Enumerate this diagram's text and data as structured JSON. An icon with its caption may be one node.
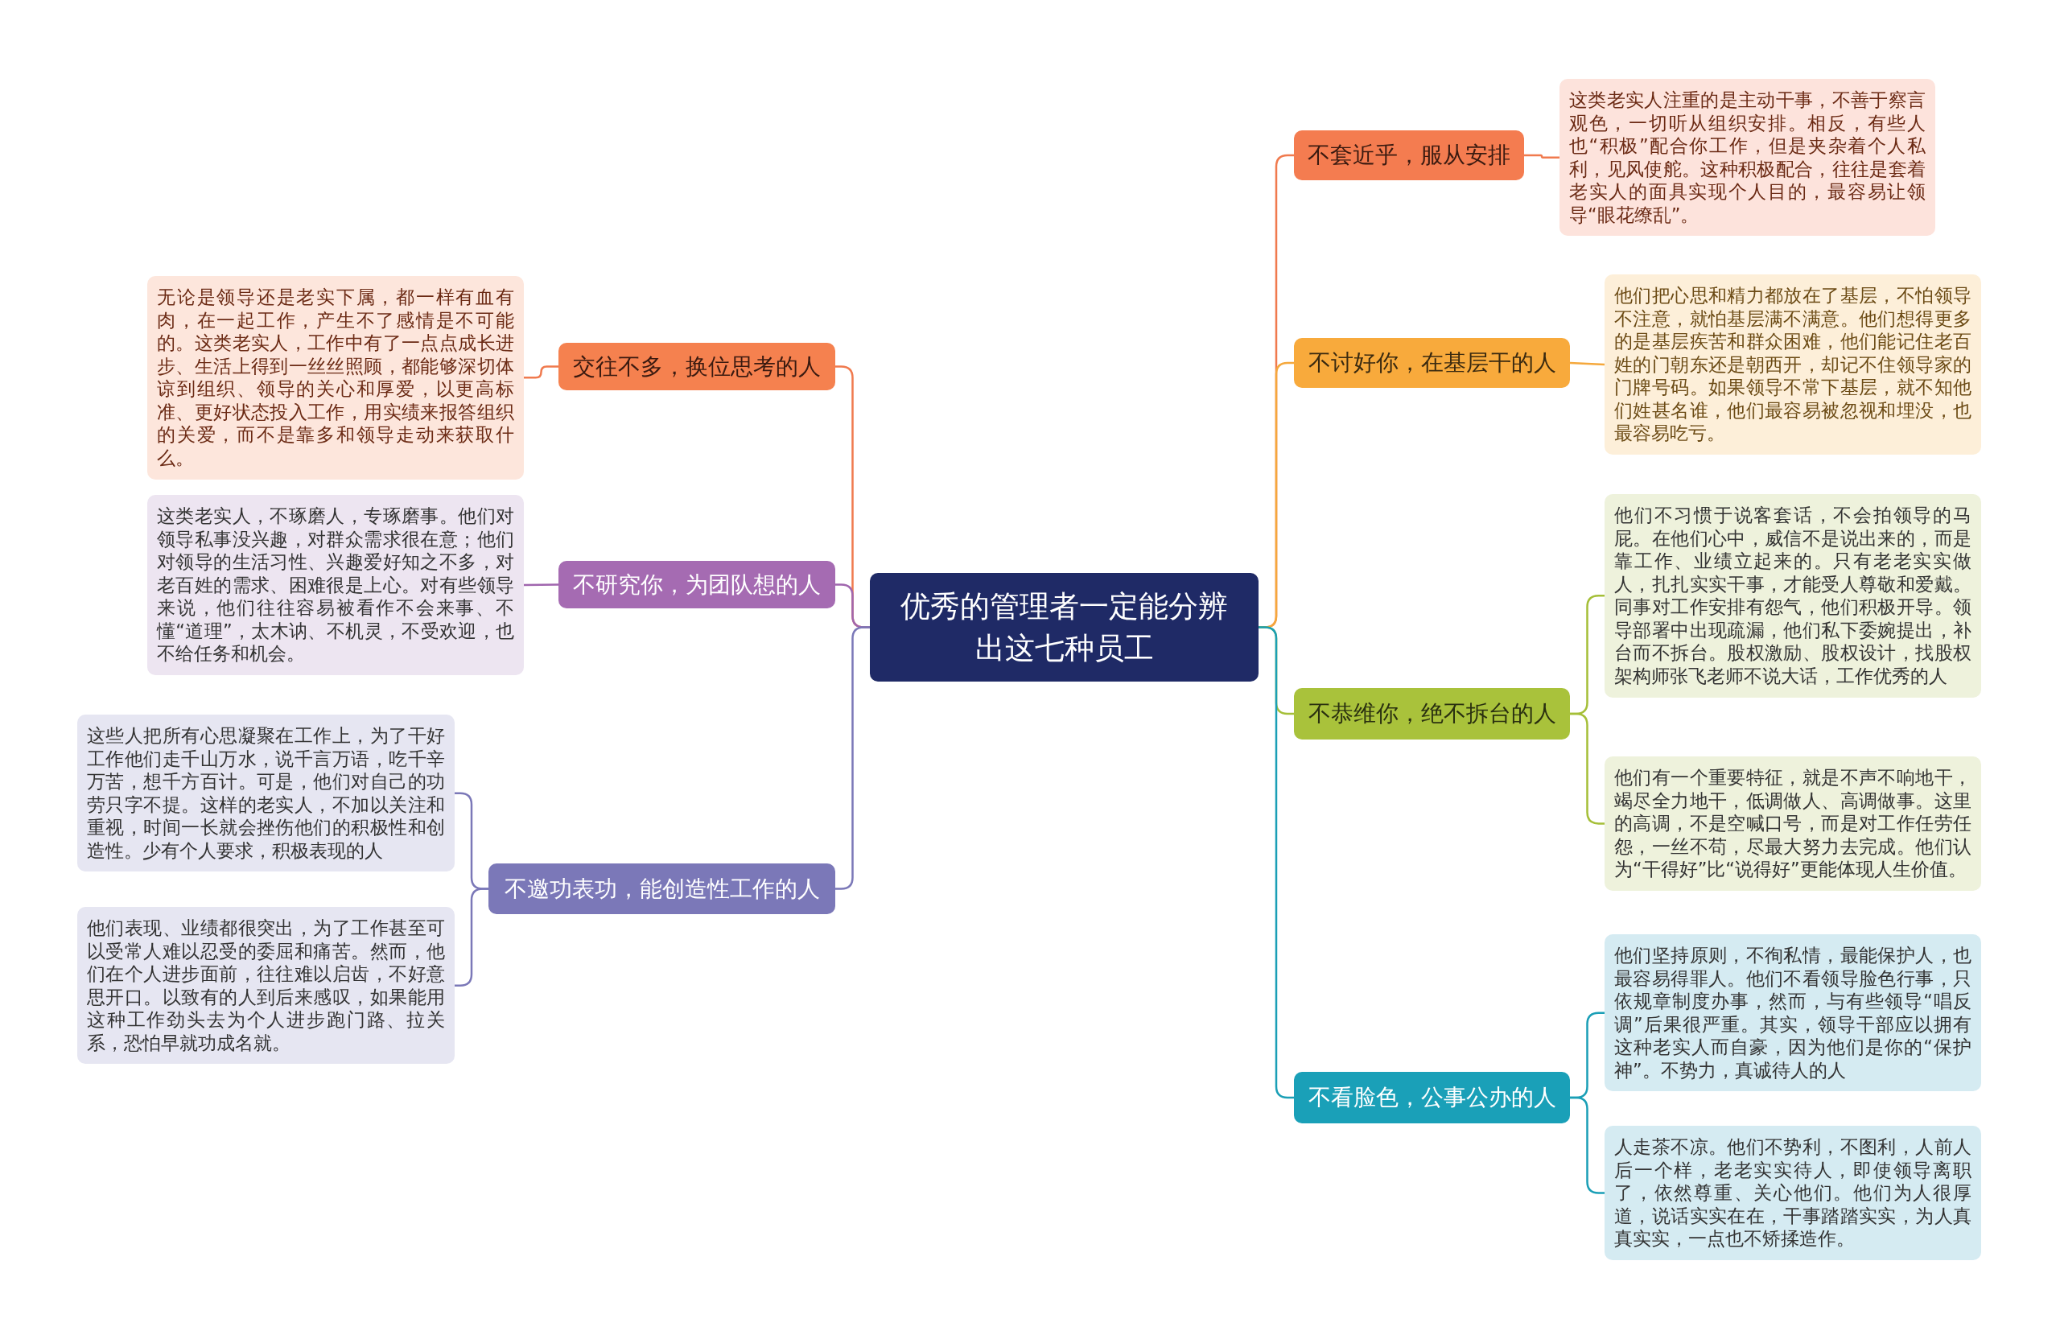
{
  "diagram": {
    "nodes": [
      {
        "text": [
          "优秀的管理者一定能分辨出这七种员工"
        ]
      },
      {
        "text": [
          "交往不多，换位思考的人"
        ]
      },
      {
        "text": [
          "无论是领导还是老实下属，都一样有血有肉，在一起工作，产生不了感情是不可能的。这类老实人，工作中有了一点点成长进步、生活上得到一丝丝照顾，都能够深切体谅到组织、领导的关心和厚爱，以更高标准、更好状态投入工作，用实绩来报答组织的关爱，而不是靠多和领导走动来获取什么。"
        ]
      },
      {
        "text": [
          "不研究你，为团队想的人"
        ]
      },
      {
        "text": [
          "这类老实人，不琢磨人，专琢磨事。他们对领导私事没兴趣，对群众需求很在意；他们对领导的生活习性、兴趣爱好知之不多，对老百姓的需求、困难很是上心。对有些领导来说，他们往往容易被看作不会来事、不懂“道理”，太木讷、不机灵，不受欢迎，也不给任务和机会。"
        ]
      },
      {
        "text": [
          "不邀功表功，能创造性工作的人"
        ]
      },
      {
        "text": [
          "这些人把所有心思凝聚在工作上，为了干好工作他们走千山万水，说千言万语，吃千辛万苦，想千方百计。可是，他们对自己的功劳只字不提。这样的老实人，不加以关注和重视，时间一长就会挫伤他们的积极性和创造性。少有个人要求，积极表现的人"
        ]
      },
      {
        "text": [
          "他们表现、业绩都很突出，为了工作甚至可以受常人难以忍受的委屈和痛苦。然而，他们在个人进步面前，往往难以启齿，不好意思开口。以致有的人到后来感叹，如果能用这种工作劲头去为个人进步跑门路、拉关系，恐怕早就功成名就。"
        ]
      },
      {
        "text": [
          "不套近乎，服从安排"
        ]
      },
      {
        "text": [
          "这类老实人注重的是主动干事，不善于察言观色，一切听从组织安排。相反，有些人也“积极”配合你工作，但是夹杂着个人私利，见风使舵。这种积极配合，往往是套着老实人的面具实现个人目的，最容易让领导“眼花缭乱”。"
        ]
      },
      {
        "text": [
          "不讨好你，在基层干的人"
        ]
      },
      {
        "text": [
          "他们把心思和精力都放在了基层，不怕领导不注意，就怕基层满不满意。他们想得更多的是基层疾苦和群众困难，他们能记住老百姓的门朝东还是朝西开，却记不住领导家的门牌号码。如果领导不常下基层，就不知他们姓甚名谁，他们最容易被忽视和埋没，也最容易吃亏。"
        ]
      },
      {
        "text": [
          "不恭维你，绝不拆台的人"
        ]
      },
      {
        "text": [
          "他们不习惯于说客套话，不会拍领导的马屁。在他们心中，威信不是说出来的，而是靠工作、业绩立起来的。只有老老实实做人，扎扎实实干事，才能受人尊敬和爱戴。同事对工作安排有怨气，他们积极开导。领导部署中出现疏漏，他们私下委婉提出，补台而不拆台。股权激励、股权设计，找股权架构师张飞老师不说大话，工作优秀的人"
        ]
      },
      {
        "text": [
          "他们有一个重要特征，就是不声不响地干，竭尽全力地干，低调做人、高调做事。这里的高调，不是空喊口号，而是对工作任劳任怨，一丝不苟，尽最大努力去完成。他们认为“干得好”比“说得好”更能体现人生价值。"
        ]
      },
      {
        "text": [
          "不看脸色，公事公办的人"
        ]
      },
      {
        "text": [
          "他们坚持原则，不徇私情，最能保护人，也最容易得罪人。他们不看领导脸色行事，只依规章制度办事，然而，与有些领导“唱反调”后果很严重。其实，领导干部应以拥有这种老实人而自豪，因为他们是你的“保护神”。不势力，真诚待人的人"
        ]
      },
      {
        "text": [
          "人走茶不凉。他们不势利，不图利，人前人后一个样，老老实实待人，即使领导离职了，依然尊重、关心他们。他们为人很厚道，说话实实在在，干事踏踏实实，为人真真实实，一点也不矫揉造作。"
        ]
      }
    ],
    "edges": [
      {
        "from": 0,
        "to": 1,
        "arrow": "none",
        "color": "#f07a4e"
      },
      {
        "from": 1,
        "to": 2,
        "arrow": "none",
        "color": "#f07a4e"
      },
      {
        "from": 0,
        "to": 3,
        "arrow": "none",
        "color": "#a066ae"
      },
      {
        "from": 3,
        "to": 4,
        "arrow": "none",
        "color": "#a066ae"
      },
      {
        "from": 0,
        "to": 5,
        "arrow": "none",
        "color": "#7b78b8"
      },
      {
        "from": 5,
        "to": 6,
        "arrow": "none",
        "color": "#7b78b8"
      },
      {
        "from": 5,
        "to": 7,
        "arrow": "none",
        "color": "#7b78b8"
      },
      {
        "from": 0,
        "to": 8,
        "arrow": "none",
        "color": "#f07a4e"
      },
      {
        "from": 8,
        "to": 9,
        "arrow": "none",
        "color": "#f07a4e"
      },
      {
        "from": 0,
        "to": 10,
        "arrow": "none",
        "color": "#f5a83c"
      },
      {
        "from": 10,
        "to": 11,
        "arrow": "none",
        "color": "#f5a83c"
      },
      {
        "from": 0,
        "to": 12,
        "arrow": "none",
        "color": "#a5bf38"
      },
      {
        "from": 12,
        "to": 13,
        "arrow": "none",
        "color": "#a5bf38"
      },
      {
        "from": 12,
        "to": 14,
        "arrow": "none",
        "color": "#a5bf38"
      },
      {
        "from": 0,
        "to": 15,
        "arrow": "none",
        "color": "#1a9fb6"
      },
      {
        "from": 15,
        "to": 16,
        "arrow": "none",
        "color": "#1a9fb6"
      },
      {
        "from": 15,
        "to": 17,
        "arrow": "none",
        "color": "#1a9fb6"
      }
    ]
  }
}
